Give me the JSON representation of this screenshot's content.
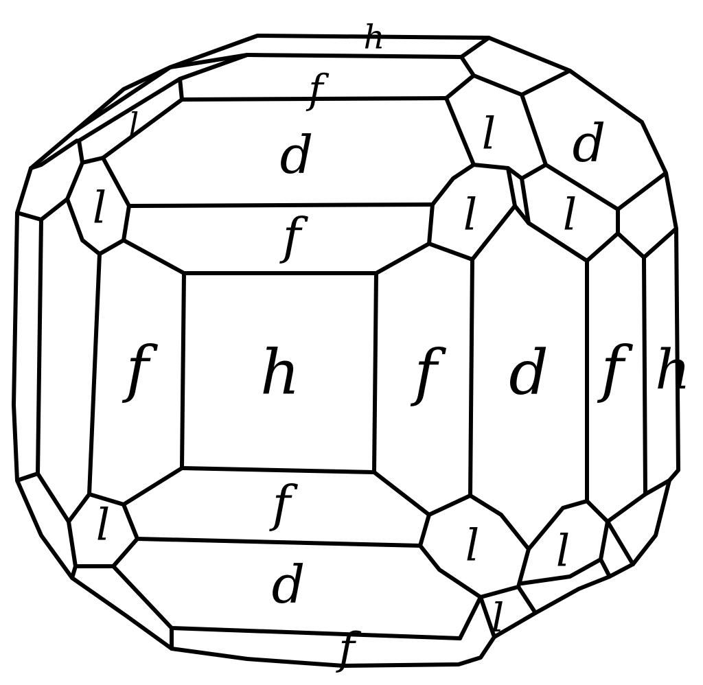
{
  "figure": {
    "colors": {
      "line": "#000000",
      "background": "#ffffff"
    },
    "labels": {
      "h_top": "h",
      "f_top": "f",
      "l_top_left_partial": "l",
      "d_top": "d",
      "l_top_right": "l",
      "d_top_right": "d",
      "l_upper_left": "l",
      "l_upper_mid_right": "l",
      "l_upper_far_right": "l",
      "f_upper": "f",
      "f_left": "f",
      "h_center": "h",
      "f_right_of_center": "f",
      "d_right": "d",
      "f_far_right": "f",
      "h_right_edge": "h",
      "f_lower": "f",
      "l_lower_left": "l",
      "l_lower_mid": "l",
      "l_lower_right": "l",
      "d_bottom": "d",
      "l_bottom_right": "l",
      "f_bottom": "f"
    }
  }
}
